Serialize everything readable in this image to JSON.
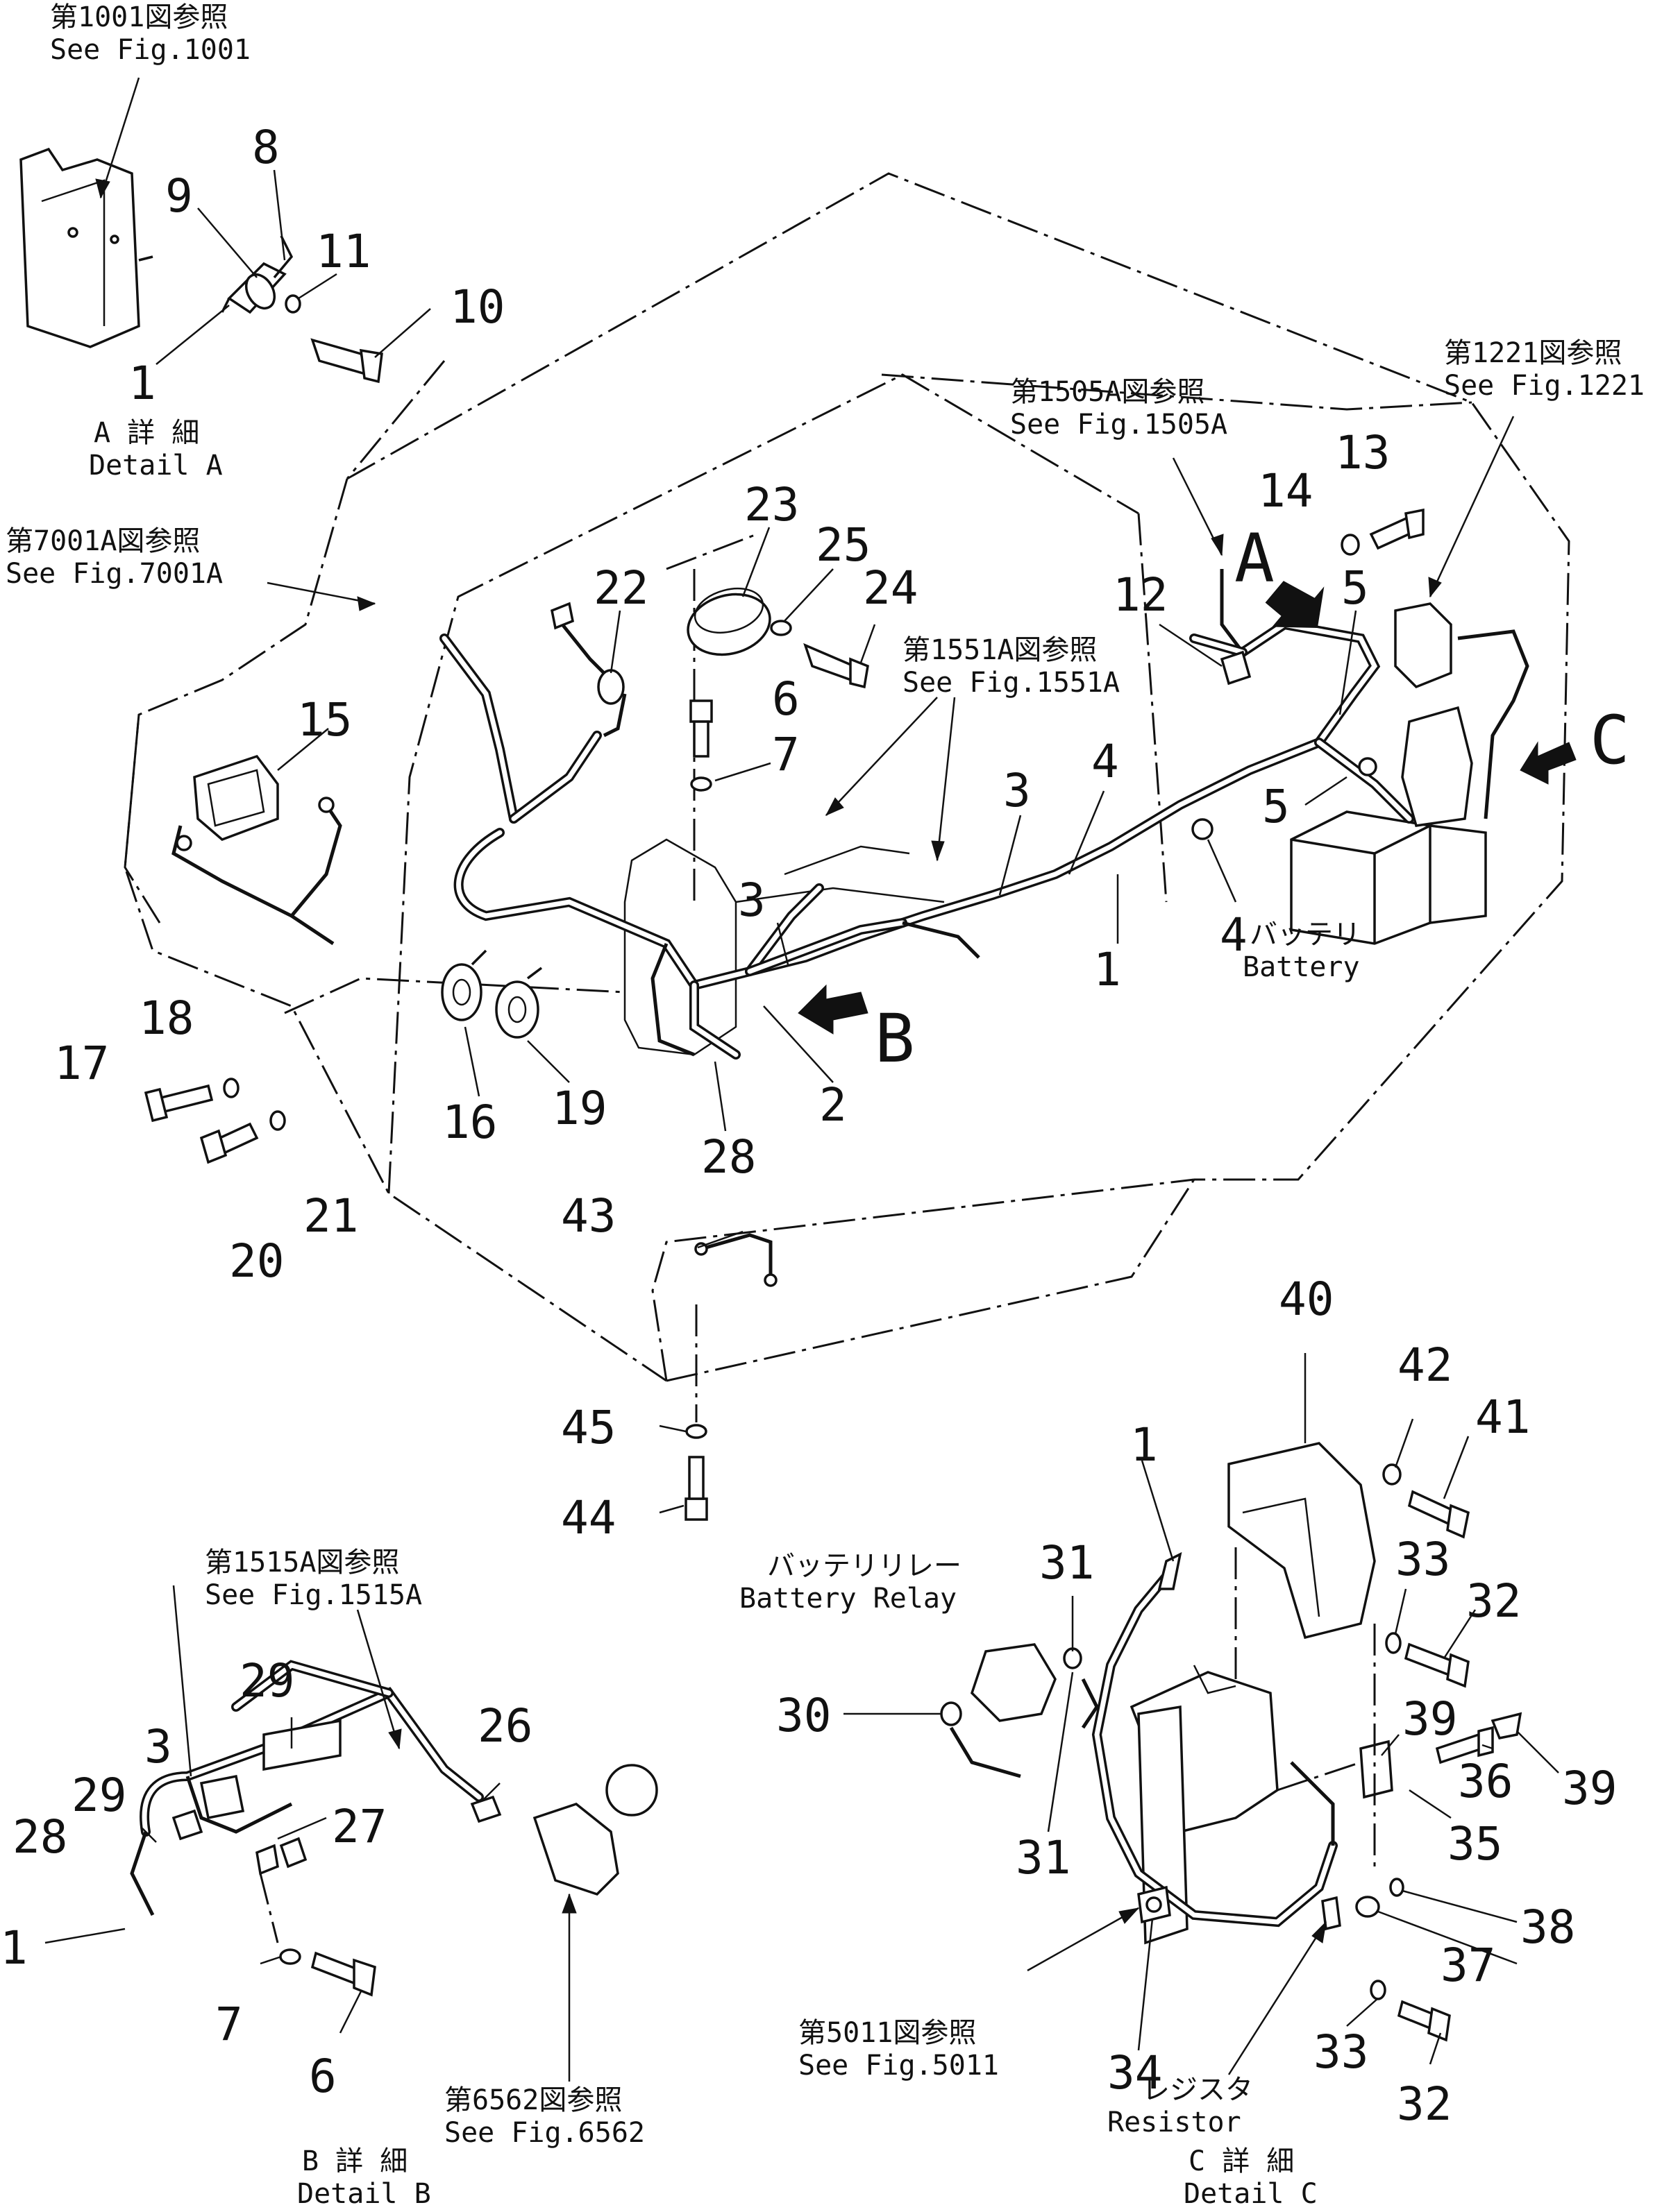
{
  "references": {
    "fig1001": {
      "jp": "第1001図参照",
      "en": "See Fig.1001"
    },
    "fig7001A": {
      "jp": "第7001A図参照",
      "en": "See Fig.7001A"
    },
    "fig1505A": {
      "jp": "第1505A図参照",
      "en": "See Fig.1505A"
    },
    "fig1221": {
      "jp": "第1221図参照",
      "en": "See Fig.1221"
    },
    "fig1551A": {
      "jp": "第1551A図参照",
      "en": "See Fig.1551A"
    },
    "fig1515A": {
      "jp": "第1515A図参照",
      "en": "See Fig.1515A"
    },
    "fig6562": {
      "jp": "第6562図参照",
      "en": "See Fig.6562"
    },
    "fig5011": {
      "jp": "第5011図参照",
      "en": "See Fig.5011"
    }
  },
  "details": {
    "A": {
      "jp": "A 詳 細",
      "en": "Detail A"
    },
    "B": {
      "jp": "B 詳 細",
      "en": "Detail B"
    },
    "C": {
      "jp": "C 詳 細",
      "en": "Detail C"
    }
  },
  "components": {
    "battery": {
      "jp": "バッテリ",
      "en": "Battery"
    },
    "battery_relay": {
      "jp": "バッテリリレー",
      "en": "Battery Relay"
    },
    "resistor": {
      "jp": "レジスタ",
      "en": "Resistor"
    }
  },
  "view_arrows": {
    "a": "A",
    "b": "B",
    "c": "C"
  },
  "part_numbers": {
    "detail_a": [
      "8",
      "9",
      "11",
      "10",
      "1"
    ],
    "main": [
      "23",
      "25",
      "24",
      "22",
      "6",
      "7",
      "15",
      "13",
      "14",
      "12",
      "5",
      "5",
      "3",
      "4",
      "4",
      "1",
      "3",
      "2",
      "28",
      "16",
      "19",
      "18",
      "17",
      "21",
      "20",
      "43",
      "45",
      "44"
    ],
    "detail_b": [
      "29",
      "3",
      "29",
      "28",
      "27",
      "26",
      "1",
      "7",
      "6"
    ],
    "detail_c": [
      "40",
      "42",
      "41",
      "1",
      "31",
      "33",
      "32",
      "30",
      "39",
      "36",
      "39",
      "31",
      "35",
      "38",
      "37",
      "34",
      "33",
      "32"
    ]
  }
}
